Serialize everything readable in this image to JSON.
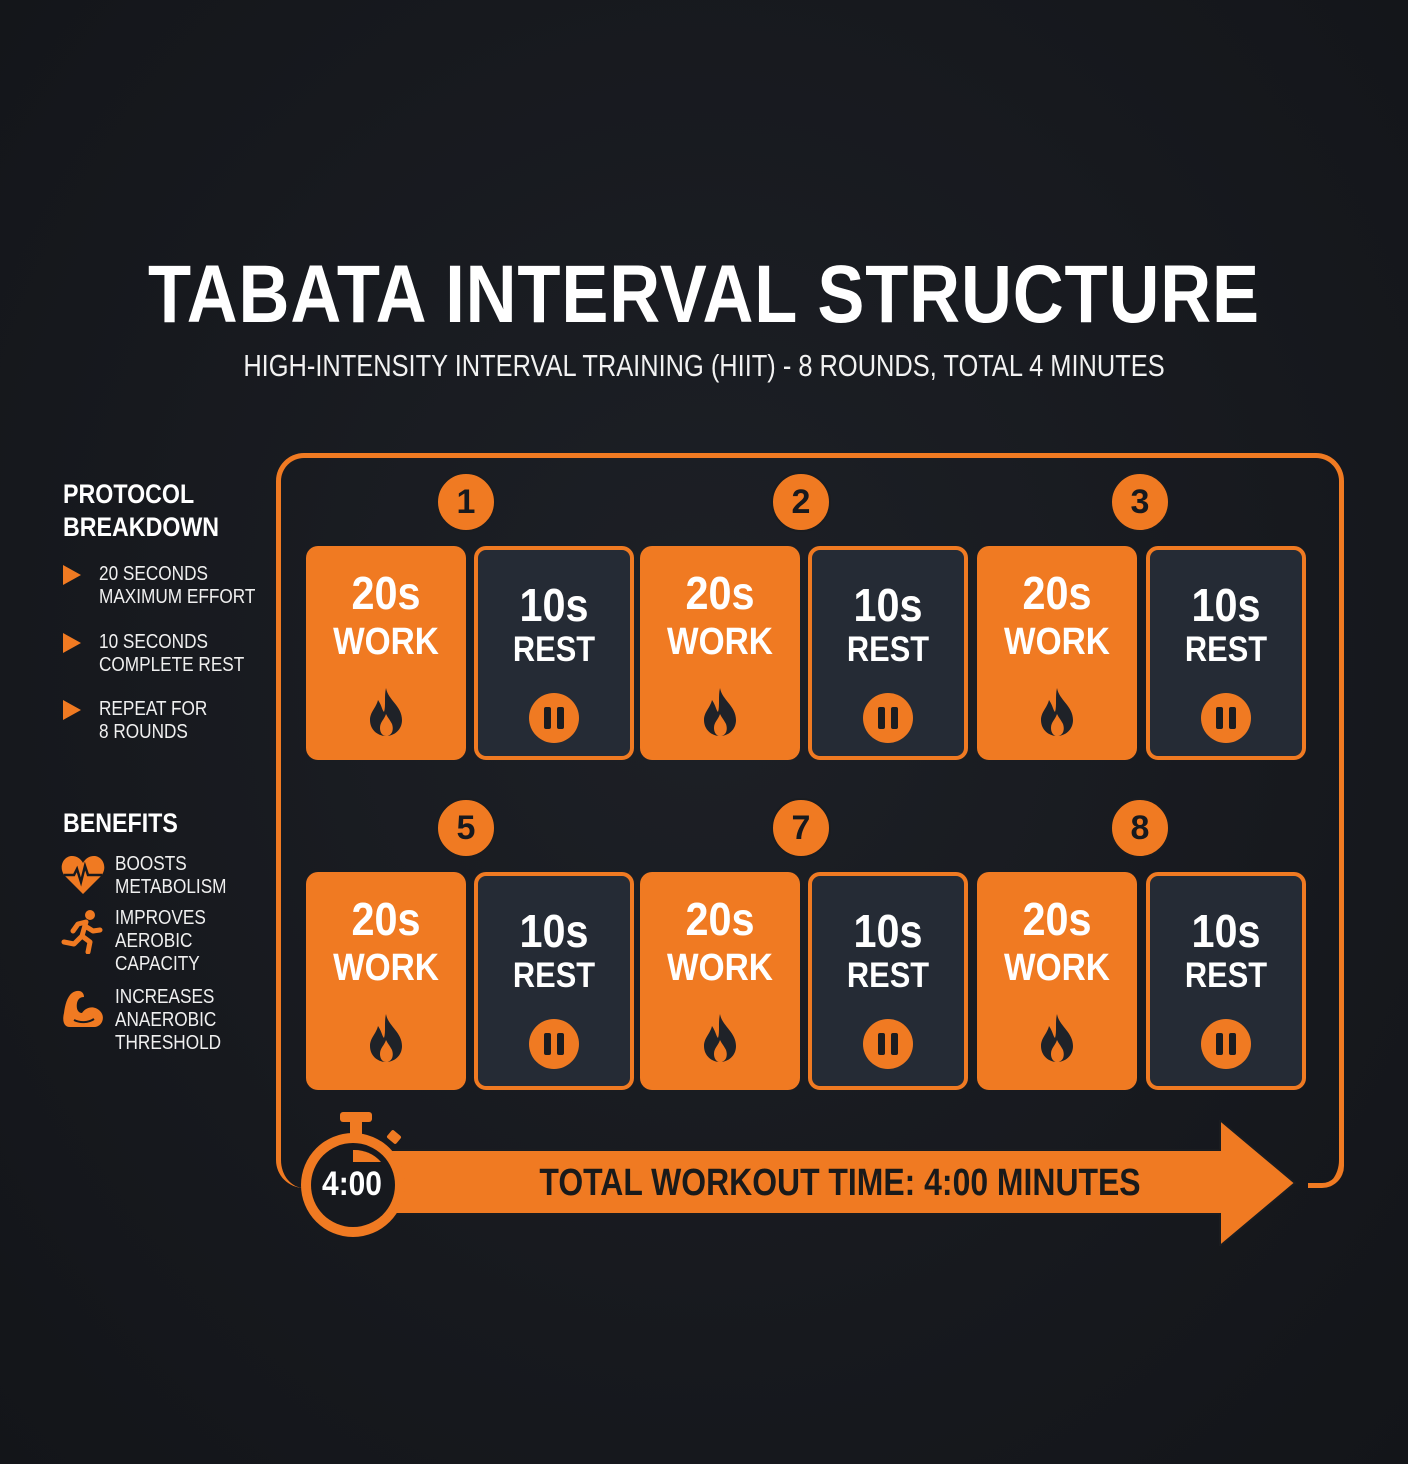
{
  "header": {
    "title": "TABATA INTERVAL STRUCTURE",
    "subtitle": "HIGH-INTENSITY INTERVAL TRAINING (HIIT) - 8 ROUNDS, TOTAL 4 MINUTES"
  },
  "protocol": {
    "heading_line1": "PROTOCOL",
    "heading_line2": "BREAKDOWN",
    "items": [
      {
        "line1": "20 SECONDS",
        "line2": "MAXIMUM EFFORT",
        "icon": "triangle-bullet-icon"
      },
      {
        "line1": "10 SECONDS",
        "line2": "COMPLETE REST",
        "icon": "triangle-bullet-icon"
      },
      {
        "line1": "REPEAT FOR",
        "line2": "8 ROUNDS",
        "icon": "triangle-bullet-icon"
      }
    ]
  },
  "benefits": {
    "heading": "BENEFITS",
    "items": [
      {
        "line1": "BOOSTS",
        "line2": "METABOLISM",
        "line3": "",
        "icon": "heart-pulse-icon"
      },
      {
        "line1": "IMPROVES",
        "line2": "AEROBIC",
        "line3": "CAPACITY",
        "icon": "running-person-icon"
      },
      {
        "line1": "INCREASES",
        "line2": "ANAEROBIC",
        "line3": "THRESHOLD",
        "icon": "flexed-bicep-icon"
      }
    ]
  },
  "rounds": [
    {
      "number": "1",
      "work": {
        "time": "20s",
        "label": "WORK",
        "icon": "flame-icon"
      },
      "rest": {
        "time": "10s",
        "label": "REST",
        "icon": "pause-icon"
      }
    },
    {
      "number": "2",
      "work": {
        "time": "20s",
        "label": "WORK",
        "icon": "flame-icon"
      },
      "rest": {
        "time": "10s",
        "label": "REST",
        "icon": "pause-icon"
      }
    },
    {
      "number": "3",
      "work": {
        "time": "20s",
        "label": "WORK",
        "icon": "flame-icon"
      },
      "rest": {
        "time": "10s",
        "label": "REST",
        "icon": "pause-icon"
      }
    },
    {
      "number": "5",
      "work": {
        "time": "20s",
        "label": "WORK",
        "icon": "flame-icon"
      },
      "rest": {
        "time": "10s",
        "label": "REST",
        "icon": "pause-icon"
      }
    },
    {
      "number": "7",
      "work": {
        "time": "20s",
        "label": "WORK",
        "icon": "flame-icon"
      },
      "rest": {
        "time": "10s",
        "label": "REST",
        "icon": "pause-icon"
      }
    },
    {
      "number": "8",
      "work": {
        "time": "20s",
        "label": "WORK",
        "icon": "flame-icon"
      },
      "rest": {
        "time": "10s",
        "label": "REST",
        "icon": "pause-icon"
      }
    }
  ],
  "footer": {
    "stopwatch_time": "4:00",
    "stopwatch_icon": "stopwatch-icon",
    "total_label": "TOTAL WORKOUT TIME: 4:00 MINUTES",
    "arrow_icon": "right-arrow-icon"
  },
  "colors": {
    "accent": "#f07a22",
    "background": "#17191e",
    "rest_card": "#252b35",
    "text": "#ffffff"
  }
}
